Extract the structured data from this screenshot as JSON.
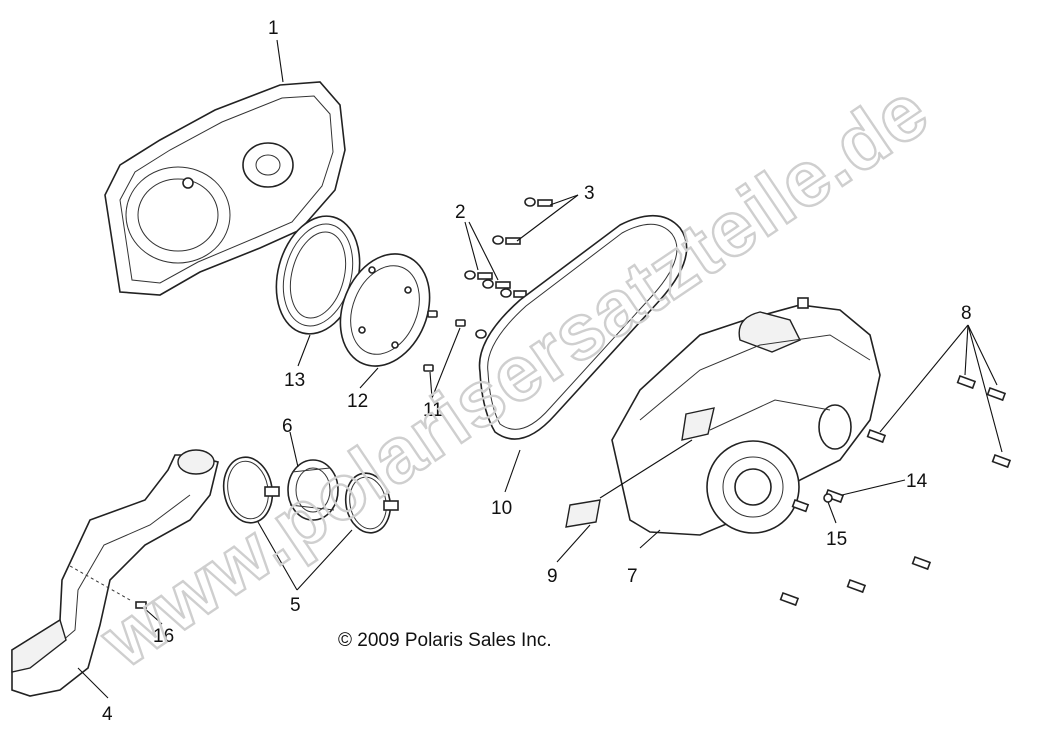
{
  "diagram": {
    "watermark": "www.polarisersatzteile.de",
    "copyright": "© 2009 Polaris Sales Inc.",
    "callouts": [
      "1",
      "2",
      "3",
      "4",
      "5",
      "6",
      "7",
      "8",
      "9",
      "10",
      "11",
      "12",
      "13",
      "14",
      "15",
      "16"
    ]
  }
}
